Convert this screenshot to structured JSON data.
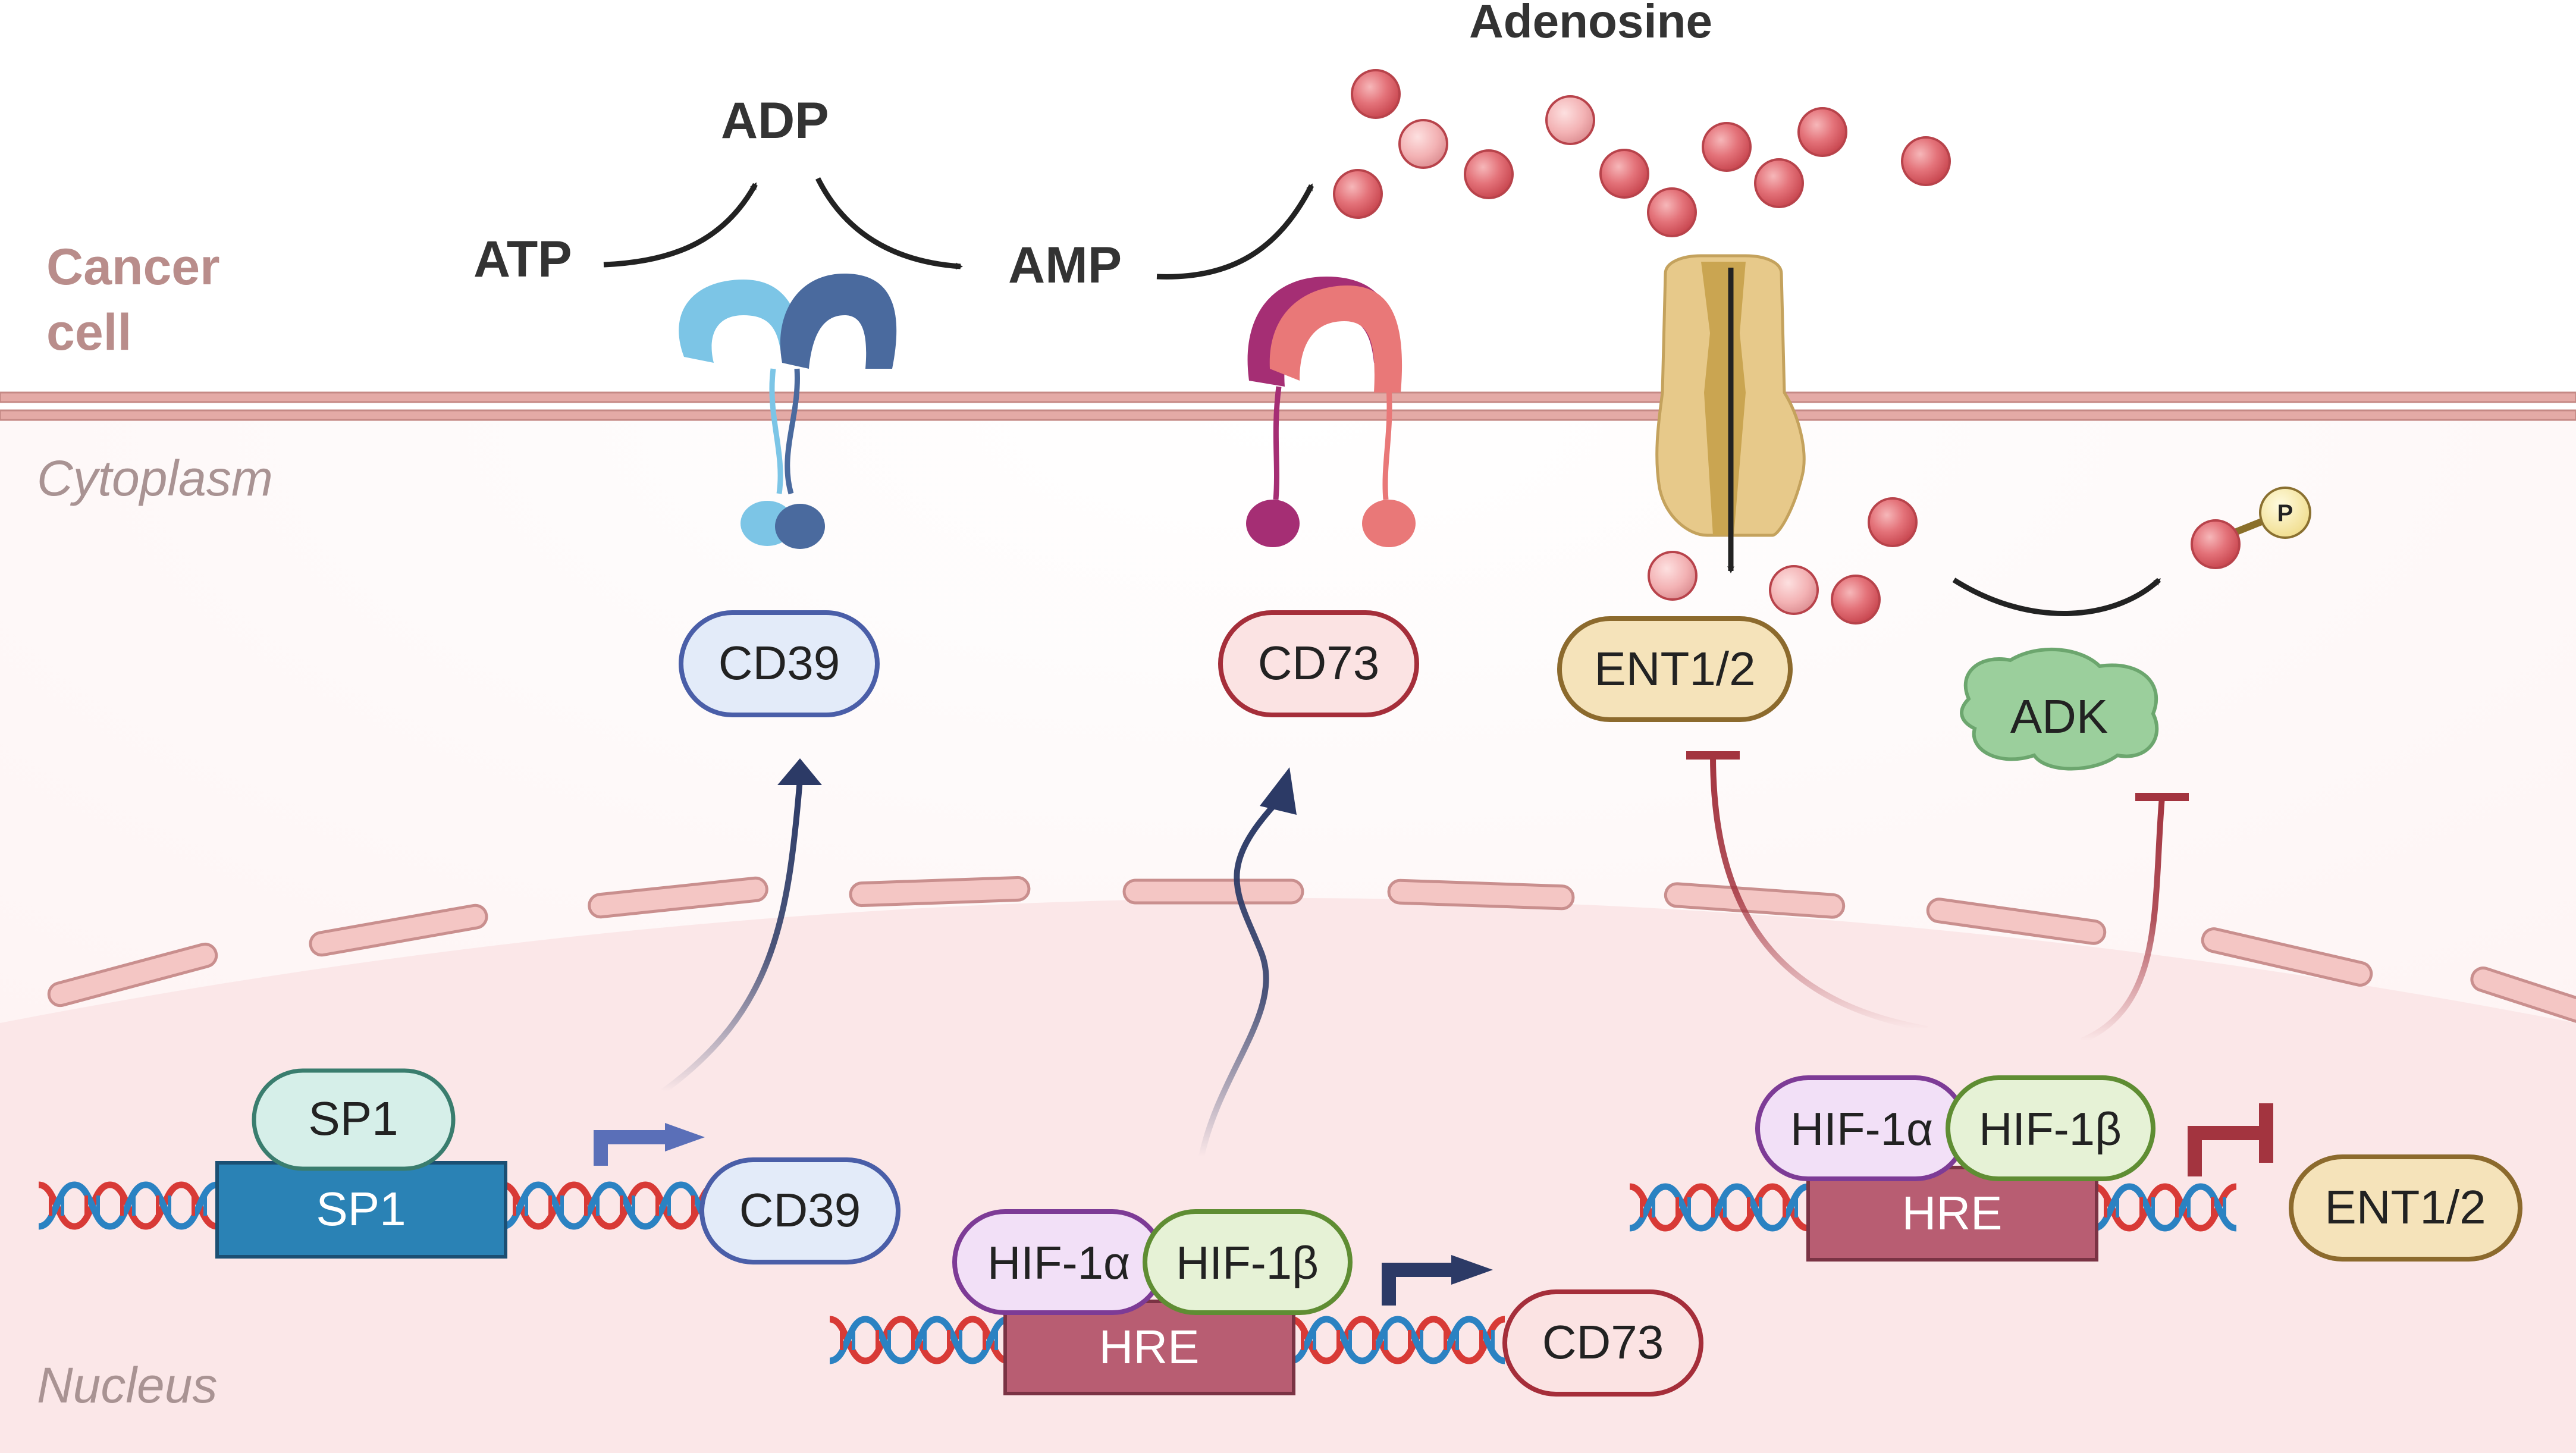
{
  "top_labels": {
    "cancer_cell_line1": "Cancer",
    "cancer_cell_line2": "cell",
    "atp": "ATP",
    "adp": "ADP",
    "amp": "AMP",
    "adenosine": "Adenosine"
  },
  "compartments": {
    "cytoplasm": "Cytoplasm",
    "nucleus": "Nucleus"
  },
  "proteins": {
    "cd39": "CD39",
    "cd73": "CD73",
    "ent": "ENT1/2",
    "adk": "ADK",
    "phosphate": "P"
  },
  "genes": {
    "sp1_factor": "SP1",
    "sp1_site": "SP1",
    "cd39_gene": "CD39",
    "hif1a_left": "HIF-1α",
    "hif1b_left": "HIF-1β",
    "hre_left": "HRE",
    "cd73_gene": "CD73",
    "hif1a_right": "HIF-1α",
    "hif1b_right": "HIF-1β",
    "hre_right": "HRE",
    "ent_gene": "ENT1/2"
  },
  "colors": {
    "membrane": "#e4aaa6",
    "cytoplasm": "#fdf4f4",
    "nucleus": "#fbe7e8",
    "adenosine": "#e06a72",
    "cd39_light": "#7cc5e6",
    "cd39_dark": "#4a6a9e",
    "cd73_dark": "#a52e74",
    "cd73_light": "#e97878",
    "ent_transporter": "#e7c98a",
    "activation_arrow": "#2c3a66",
    "inhibition": "#a3343f",
    "sp1_site": "#2a82b5",
    "hre_box": "#b85d72",
    "dna_red": "#d83a36",
    "dna_blue": "#2b82c2"
  }
}
